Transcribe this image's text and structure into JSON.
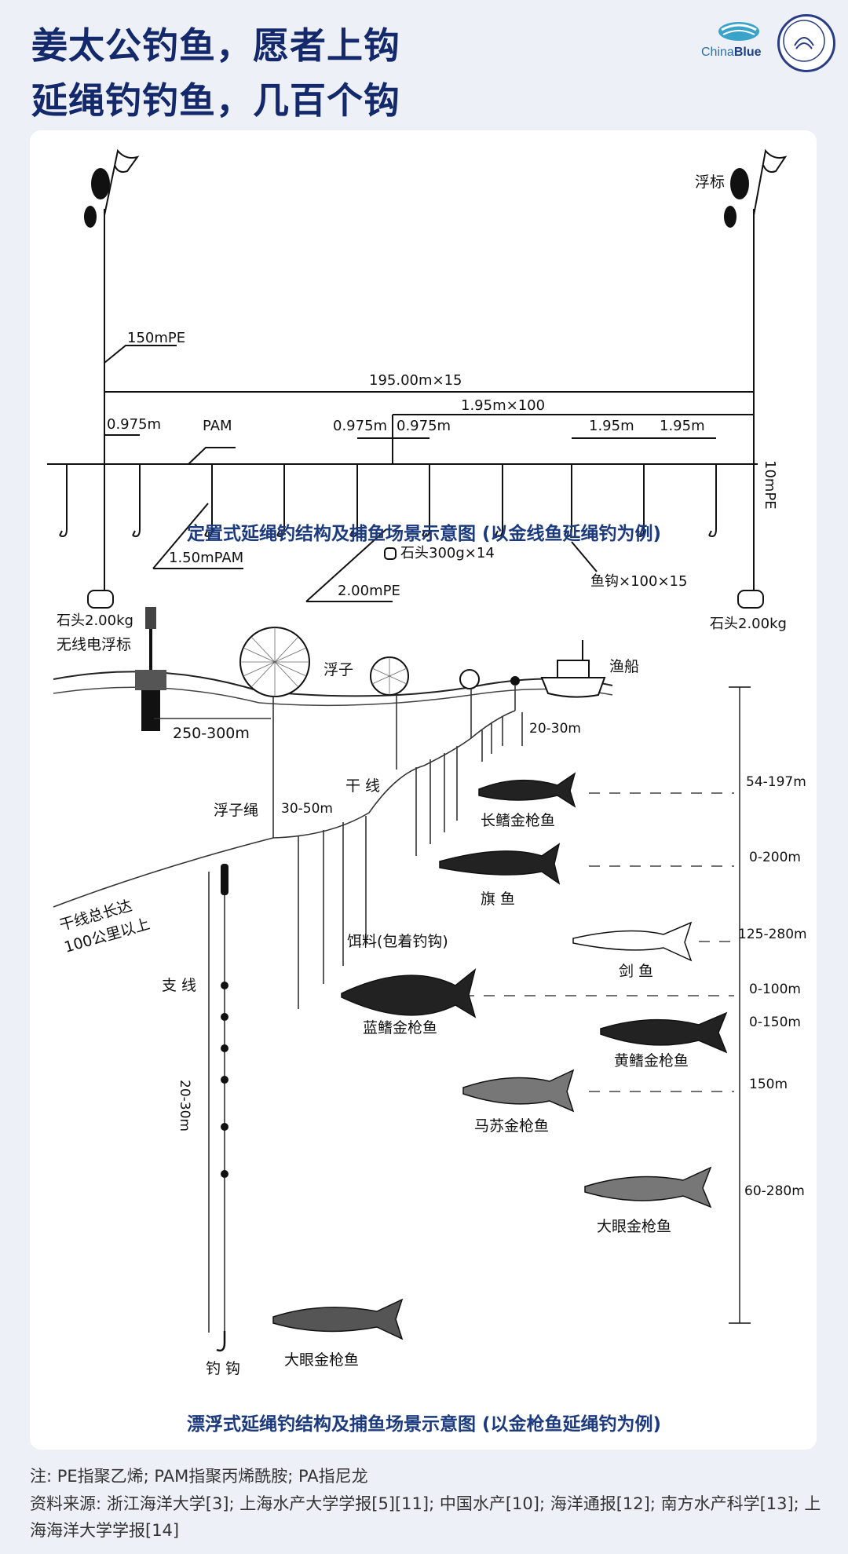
{
  "header": {
    "title_line1": "姜太公钓鱼，愿者上钩",
    "title_line2": "延绳钓钓鱼，几百个钩",
    "logo_text_a": "China",
    "logo_text_b": "Blue"
  },
  "diagram1": {
    "caption": "定置式延绳钓结构及捕鱼场景示意图 (以金线鱼延绳钓为例)",
    "labels": {
      "pe150": "150mPE",
      "buoy": "浮标",
      "total": "195.00m×15",
      "spacing": "1.95m×100",
      "d0975a": "0.975m",
      "pam": "PAM",
      "d0975b": "0.975m",
      "d0975c": "0.975m",
      "d195a": "1.95m",
      "d195b": "1.95m",
      "pe10": "10mPE",
      "pam150": "1.50mPAM",
      "stone300": "石头300g×14",
      "pe200": "2.00mPE",
      "hooks": "鱼钩×100×15",
      "stone_left": "石头2.00kg",
      "stone_right": "石头2.00kg"
    }
  },
  "diagram2": {
    "caption": "漂浮式延绳钓结构及捕鱼场景示意图 (以金枪鱼延绳钓为例)",
    "labels": {
      "radio_buoy": "无线电浮标",
      "float": "浮子",
      "boat": "渔船",
      "d250": "250-300m",
      "d2030a": "20-30m",
      "float_rope": "浮子绳",
      "d3050": "30-50m",
      "mainline": "干 线",
      "mainline_len1": "干线总长达",
      "mainline_len2": "100公里以上",
      "branch": "支 线",
      "d2030b": "20-30m",
      "bait": "饵料(包着钓钩)",
      "hook": "钓 钩"
    },
    "fish": [
      {
        "name": "长鳍金枪鱼",
        "depth": "54-197m"
      },
      {
        "name": "旗 鱼",
        "depth": "0-200m"
      },
      {
        "name": "剑 鱼",
        "depth": "125-280m"
      },
      {
        "name": "蓝鳍金枪鱼",
        "depth": "0-100m"
      },
      {
        "name": "黄鳍金枪鱼",
        "depth": "0-150m"
      },
      {
        "name": "马苏金枪鱼",
        "depth": "150m"
      },
      {
        "name": "大眼金枪鱼",
        "depth": "60-280m"
      },
      {
        "name": "大眼金枪鱼",
        "depth": ""
      }
    ]
  },
  "footer": {
    "note": "注: PE指聚乙烯; PAM指聚丙烯酰胺; PA指尼龙",
    "sources": "资料来源: 浙江海洋大学[3]; 上海水产大学学报[5][11]; 中国水产[10]; 海洋通报[12]; 南方水产科学[13]; 上海海洋大学学报[14]"
  }
}
